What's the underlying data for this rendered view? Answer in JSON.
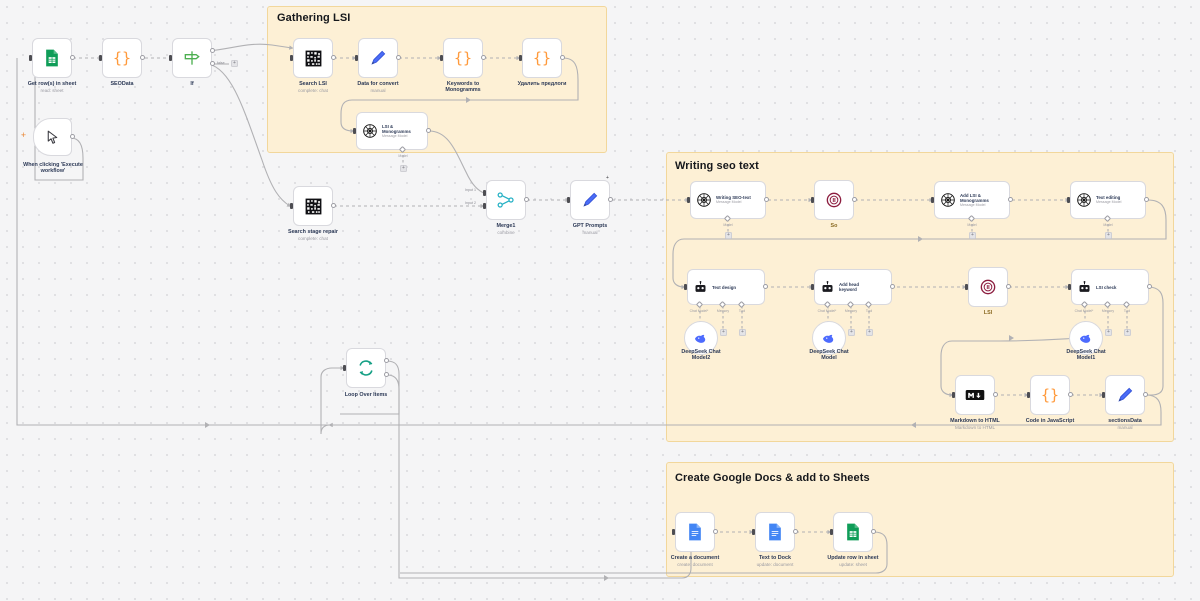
{
  "app": {
    "name": "n8n-workflow-canvas",
    "canvas_background": "#f5f5f6",
    "sticky_color": "#fdf0d5",
    "sticky_border": "#f2d79b",
    "node_label_color": "#2d3a57",
    "node_sub_color": "#9a9aa2",
    "wire_color": "#b1b1b4"
  },
  "stickies": [
    {
      "id": "gathering",
      "title": "Gathering LSI"
    },
    {
      "id": "writing",
      "title": "Writing seo text"
    },
    {
      "id": "googledocs",
      "title": "Create Google Docs & add to Sheets"
    }
  ],
  "nodes": {
    "get_rows": {
      "label": "Get row(s) in sheet",
      "sub": "read: sheet",
      "icon": "google-sheets-icon"
    },
    "seodata": {
      "label": "SEOData",
      "sub": "",
      "icon": "code-braces-icon"
    },
    "if": {
      "label": "If",
      "sub": "",
      "icon": "signpost-icon"
    },
    "manual_trigger": {
      "label": "When clicking 'Execute workflow'",
      "sub": "",
      "icon": "cursor-icon"
    },
    "search_lsi": {
      "label": "Search LSI",
      "sub": "complete: chat",
      "icon": "perplexity-icon"
    },
    "data_convert": {
      "label": "Data for convert",
      "sub": "manual",
      "icon": "edit-fields-icon"
    },
    "keywords_mono": {
      "label": "Keywords to\nMonogramms",
      "sub": "",
      "icon": "code-braces-icon"
    },
    "delete_prev": {
      "label": "Удалить предлоги",
      "sub": "",
      "icon": "code-braces-icon"
    },
    "lsi_mono": {
      "label": "LSI &\nMonogramms",
      "sub": "Message Model",
      "icon": "openai-icon"
    },
    "search_stage": {
      "label": "Search stage repair",
      "sub": "complete: chat",
      "icon": "perplexity-icon"
    },
    "merge1": {
      "label": "Merge1",
      "sub": "combine",
      "icon": "merge-icon"
    },
    "gpt_prompts": {
      "label": "GPT Prompts",
      "sub": "manual",
      "icon": "edit-fields-icon"
    },
    "writing_seo": {
      "label": "Writing SEO-text",
      "sub": "Message Model",
      "icon": "openai-icon"
    },
    "so": {
      "label": "So",
      "sub": "",
      "icon": "wait-icon"
    },
    "add_lsi_mono": {
      "label": "Add LSI &\nMonogramms",
      "sub": "Message Model",
      "icon": "openai-icon"
    },
    "text_editing": {
      "label": "Text editing",
      "sub": "Message Model",
      "icon": "openai-icon"
    },
    "text_design": {
      "label": "Text design",
      "sub": "",
      "icon": "ai-agent-icon"
    },
    "add_head_kw": {
      "label": "Add head\nkeyword",
      "sub": "",
      "icon": "ai-agent-icon"
    },
    "lsi_wait": {
      "label": "LSI",
      "sub": "",
      "icon": "wait-icon"
    },
    "lsi_check": {
      "label": "LSI check",
      "sub": "",
      "icon": "ai-agent-icon"
    },
    "deepseek2": {
      "label": "DeepSeek Chat\nModel2",
      "sub": "",
      "icon": "deepseek-icon"
    },
    "deepseek": {
      "label": "DeepSeek Chat\nModel",
      "sub": "",
      "icon": "deepseek-icon"
    },
    "deepseek1": {
      "label": "DeepSeek Chat\nModel1",
      "sub": "",
      "icon": "deepseek-icon"
    },
    "md_to_html": {
      "label": "Markdown to HTML",
      "sub": "Markdown to HTML",
      "icon": "markdown-icon"
    },
    "code_js": {
      "label": "Code in JavaScript",
      "sub": "",
      "icon": "code-braces-icon"
    },
    "section_data": {
      "label": "sectionsData",
      "sub": "manual",
      "icon": "edit-fields-icon"
    },
    "loop_over": {
      "label": "Loop Over Items",
      "sub": "",
      "icon": "loop-icon"
    },
    "create_doc": {
      "label": "Create a document",
      "sub": "create: document",
      "icon": "google-docs-icon"
    },
    "text_to_dock": {
      "label": "Text to Dock",
      "sub": "update: document",
      "icon": "google-docs-icon"
    },
    "update_row": {
      "label": "Update row in sheet",
      "sub": "update: sheet",
      "icon": "google-sheets-icon"
    }
  },
  "port_labels": {
    "merge_input1": "Input 1",
    "merge_input2": "Input 2",
    "if_true": "true",
    "if_false": "false",
    "chat_model": "Chat Model*",
    "memory": "Memory",
    "tool": "Tool",
    "model": "Model"
  },
  "add_button": "+"
}
